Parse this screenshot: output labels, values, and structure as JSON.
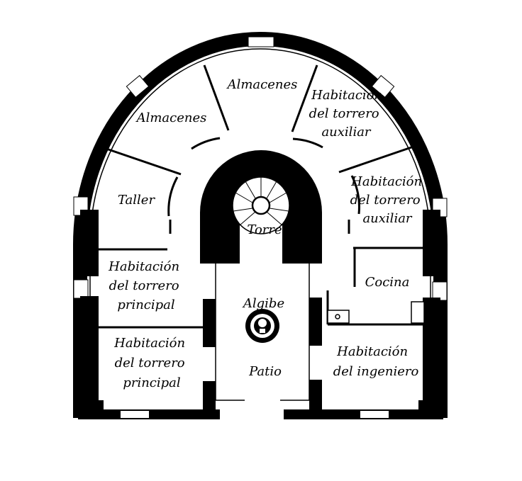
{
  "colors": {
    "ink": "#000000",
    "paper": "#ffffff"
  },
  "rooms": {
    "almacenes_left": "Almacenes",
    "almacenes_top": "Almacenes",
    "auxiliar_top": [
      "Habitación",
      "del torrero",
      "auxiliar"
    ],
    "auxiliar_right": [
      "Habitación",
      "del torrero",
      "auxiliar"
    ],
    "taller": "Taller",
    "torre": "Torre",
    "principal_upper": [
      "Habitación",
      "del torrero",
      "principal"
    ],
    "principal_lower": [
      "Habitación",
      "del torrero",
      "principal"
    ],
    "cocina": "Cocina",
    "algibe": "Algibe",
    "patio": "Patio",
    "ingeniero": [
      "Habitación",
      "del ingeniero"
    ]
  }
}
